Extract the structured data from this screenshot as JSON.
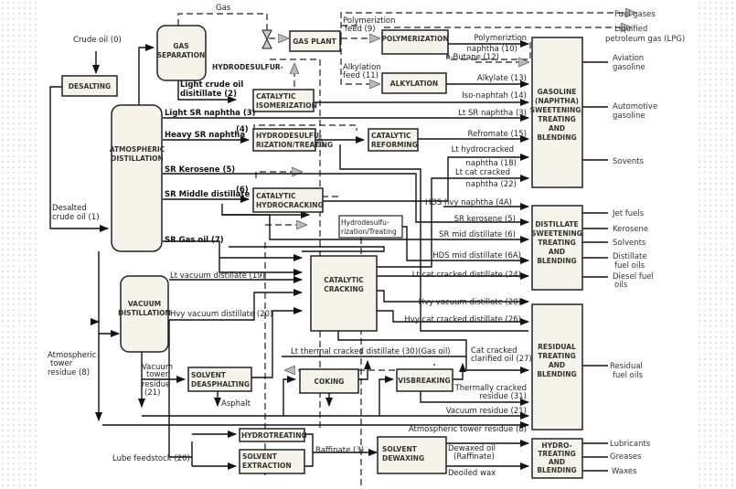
{
  "title": "Petroleum refinery process flow diagram",
  "units": {
    "desalting": "DESALTING",
    "gas_separation": [
      "GAS",
      "SEPARATION"
    ],
    "atmospheric_distillation": [
      "ATMOSPHERIC",
      "DISTILLATION"
    ],
    "gas_plant": "GAS PLANT",
    "polymerization": "POLYMERIZATION",
    "alkylation": "ALKYLATION",
    "catalytic_isomerization": [
      "CATALYTIC",
      "ISOMERIZATION"
    ],
    "hydrodesulfurization_treating": [
      "HYDRODESULFU-",
      "RIZATION/TREATING"
    ],
    "catalytic_reforming": [
      "CATALYTIC",
      "REFORMING"
    ],
    "catalytic_hydrocracking": [
      "CATALYTIC",
      "HYDROCRACKING"
    ],
    "hydrodesulfurization_treating_2": [
      "Hydrodesulfu-",
      "rization/Treating"
    ],
    "catalytic_cracking": [
      "CATALYTIC",
      "CRACKING"
    ],
    "vacuum_distillation": [
      "VACUUM",
      "DISTILLATION"
    ],
    "solvent_deasphalting": [
      "SOLVENT",
      "DEASPHALTING"
    ],
    "coking": "COKING",
    "visbreaking": "VISBREAKING",
    "hydrotreating": "HYDROTREATING",
    "solvent_extraction": [
      "SOLVENT",
      "EXTRACTION"
    ],
    "solvent_dewaxing": [
      "SOLVENT",
      "DEWAXING"
    ],
    "gasoline_blending": [
      "GASOLINE",
      "(NAPHTHA)",
      "SWEETENING,",
      "TREATING",
      "AND",
      "BLENDING"
    ],
    "distillate_blending": [
      "DISTILLATE",
      "SWEETENING",
      "TREATING",
      "AND",
      "BLENDING"
    ],
    "residual_blending": [
      "RESIDUAL",
      "TREATING",
      "AND",
      "BLENDING"
    ],
    "lube_blending": [
      "HYDRO-",
      "TREATING",
      "AND",
      "BLENDING"
    ]
  },
  "streams": {
    "crude_oil": "Crude oil (0)",
    "gas": "Gas",
    "hydrodesulfur": "HYDRODESULFUR-",
    "light_crude_distillate": [
      "Light crude oil",
      "disitillate (2)"
    ],
    "light_sr_naphtha": "Light SR naphtha (3)",
    "heavy_sr_naphtha": "Heavy SR naphtha",
    "heavy_sr_naphtha_num": "(4)",
    "sr_kerosene": "SR Kerosene (5)",
    "sr_middle_distillate": "SR Middle distillate",
    "sr_middle_num": "(6)",
    "desalted_crude": [
      "Desalted",
      "crude oil (1)"
    ],
    "sr_gas_oil": "SR Gas oil (7)",
    "lt_vacuum_distillate": "Lt vacuum distillate (19)",
    "hvy_vacuum_distillate": "Hvy vacuum distillate (20)",
    "atm_tower_residue": [
      "Atmospheric",
      "tower",
      "residue (8)"
    ],
    "vacuum_tower_residue": [
      "Vacuum",
      "tower",
      "residue",
      "(21)"
    ],
    "asphalt": "Asphalt",
    "lt_thermal_cracked": "Lt thermal cracked distillate (30)(Gas oil)",
    "cat_cracked_clarified": [
      "Cat cracked",
      "clarified oil (27)"
    ],
    "thermally_cracked_residue": [
      "Thermally cracked",
      "residue (31)"
    ],
    "vacuum_residue": "Vacuum residue (21)",
    "atm_tower_residue_8": "Atmospheric tower residue (8)",
    "lube_feedstock": "Lube feedstock (20)",
    "raffinate": "Raffinate (3)",
    "dewaxed_oil": [
      "Dewaxed oil",
      "(Raffinate)"
    ],
    "deoiled_wax": "Deoiled wax",
    "polymerization_feed": [
      "Polymeriztion",
      "feed (9)"
    ],
    "alkylation_feed": [
      "Alkylation",
      "feed (11)"
    ],
    "polymerization_naphtha": [
      "Polymeriztion",
      "naphtha (10)"
    ],
    "n_butane": "n-Butane (12)",
    "alkylate": "Alkylate (13)",
    "iso_naphtha": "Iso-naphtah (14)",
    "lt_sr_naphtha": "Lt SR naphtha (3)",
    "reformate": "Refromate (15)",
    "lt_hydrocracked_naphtha": [
      "Lt hydrocracked",
      "naphtha (18)"
    ],
    "lt_cat_cracked_naphtha": [
      "Lt cat cracked",
      "naphtha (22)"
    ],
    "hds_hvy_naphtha": "HDS hvy naphtha (4A)",
    "sr_kerosene_2": "SR kerosene (5)",
    "sr_mid_distillate": "SR mid distillate (6)",
    "hds_mid_distillate": "HDS mid distillate (6A)",
    "lt_cat_cracked_distillate": "Lt cat cracked distillate (24)",
    "hvy_vacuum_distillate_2": "Hvy vacuum distillate (20)",
    "hvy_cat_cracked_distillate": "Hvy cat cracked distillate (26)"
  },
  "products": {
    "fuel_gases": "Fuel gases",
    "lpg": [
      "Liquified",
      "petroleum gas (LPG)"
    ],
    "aviation_gasoline": [
      "Aviation",
      "gasoline"
    ],
    "automotive_gasoline": [
      "Automotive",
      "gasoline"
    ],
    "solvents": "Sovents",
    "jet_fuels": "Jet fuels",
    "kerosene": "Kerosene",
    "solvents_2": "Solvents",
    "distillate_fuel_oils": [
      "Distillate",
      "fuel oils"
    ],
    "diesel_fuel_oils": [
      "Diesel fuel",
      "oils"
    ],
    "residual_fuel_oils": [
      "Residual",
      "fuel oils"
    ],
    "lubricants": "Lubricants",
    "greases": "Greases",
    "waxes": "Waxes"
  }
}
